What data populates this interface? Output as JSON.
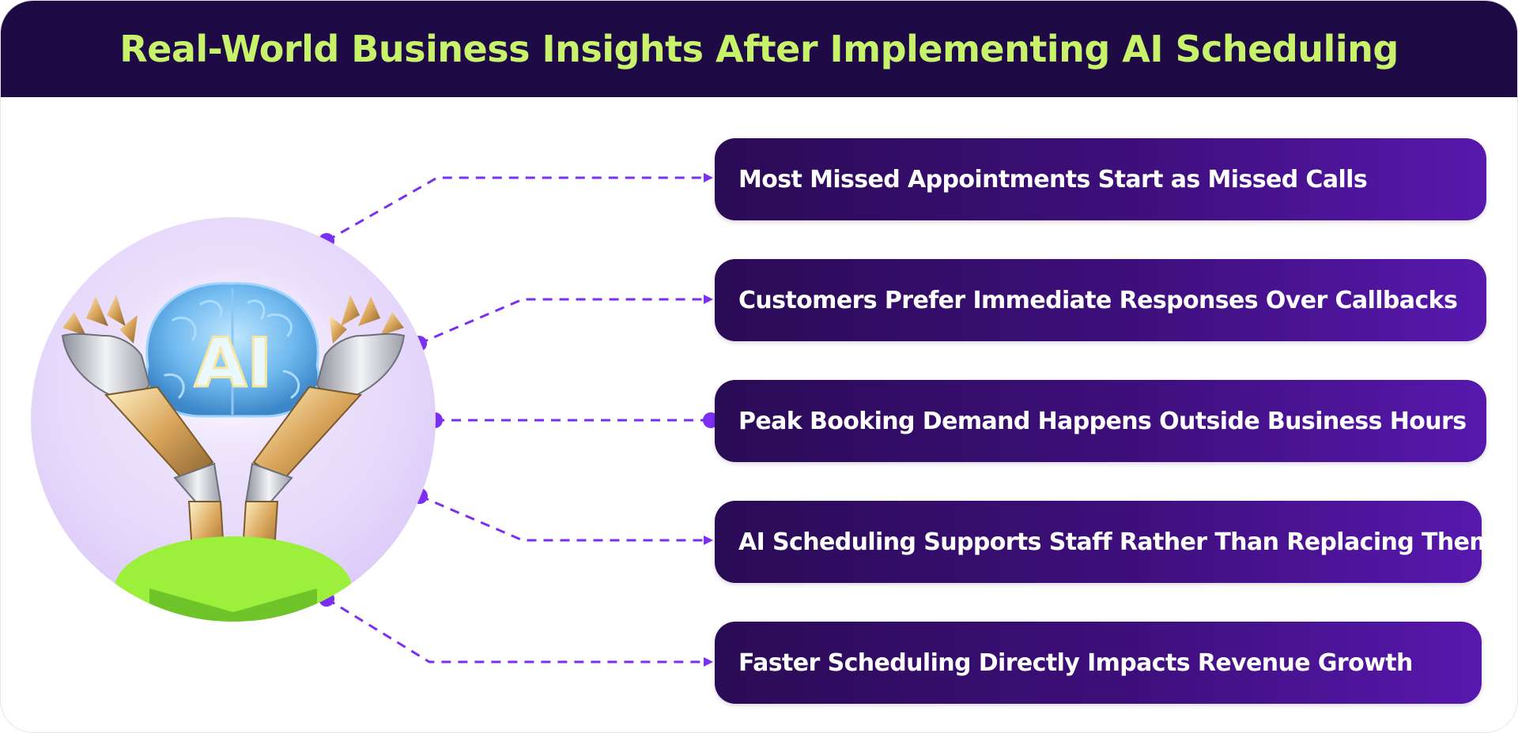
{
  "title": "Real-World Business Insights After Implementing AI Scheduling",
  "hero": {
    "badge_text": "AI",
    "icon": "robot-hands-holding-ai-brain"
  },
  "insights": [
    {
      "label": "Most Missed Appointments Start as Missed Calls"
    },
    {
      "label": "Customers Prefer Immediate Responses Over Callbacks"
    },
    {
      "label": "Peak Booking Demand Happens Outside Business Hours"
    },
    {
      "label": "AI Scheduling Supports Staff Rather Than Replacing Them"
    },
    {
      "label": "Faster Scheduling Directly Impacts Revenue Growth"
    }
  ],
  "colors": {
    "header_bg": "#1e0a45",
    "title": "#c8f26b",
    "card_start": "#2a0b55",
    "card_end": "#5718ad",
    "connector": "#7b2ff2",
    "hero_circle": "#e6d8fb",
    "ground": "#9cef3a"
  }
}
